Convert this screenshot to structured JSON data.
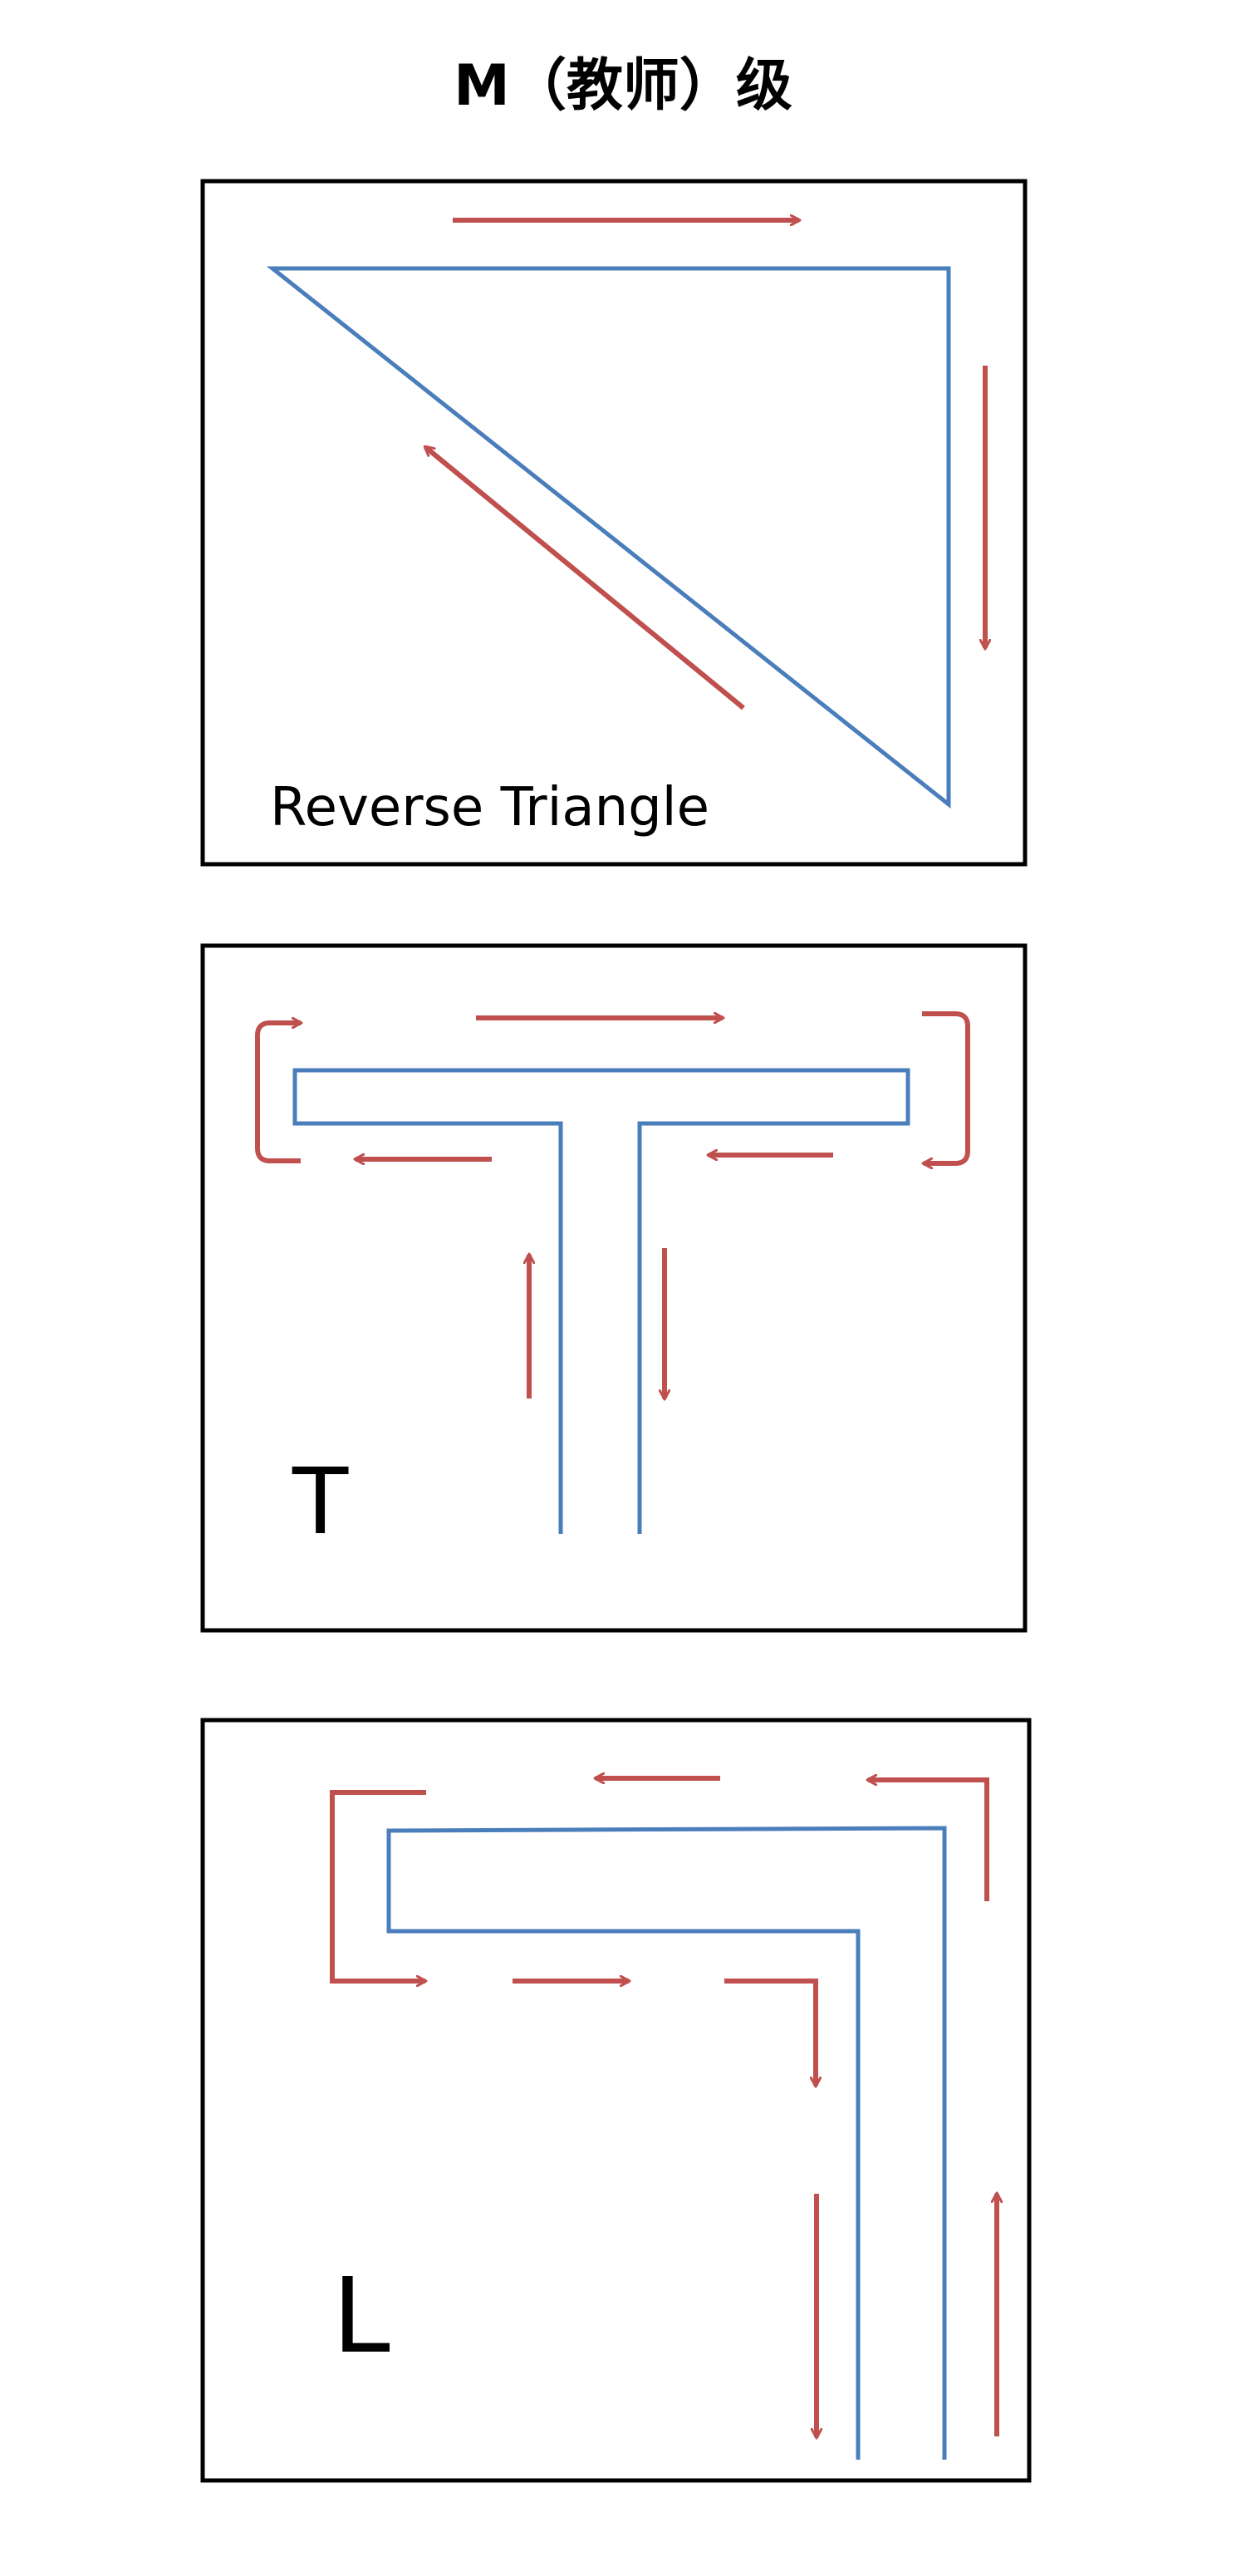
{
  "title": "M（教师）级",
  "colors": {
    "path": "#4a7ebb",
    "arrow": "#c0504d",
    "frame": "#000000",
    "background": "#ffffff"
  },
  "panels": [
    {
      "id": "reverse-triangle",
      "label": "Reverse Triangle"
    },
    {
      "id": "t",
      "label": "T"
    },
    {
      "id": "l",
      "label": "L"
    }
  ]
}
